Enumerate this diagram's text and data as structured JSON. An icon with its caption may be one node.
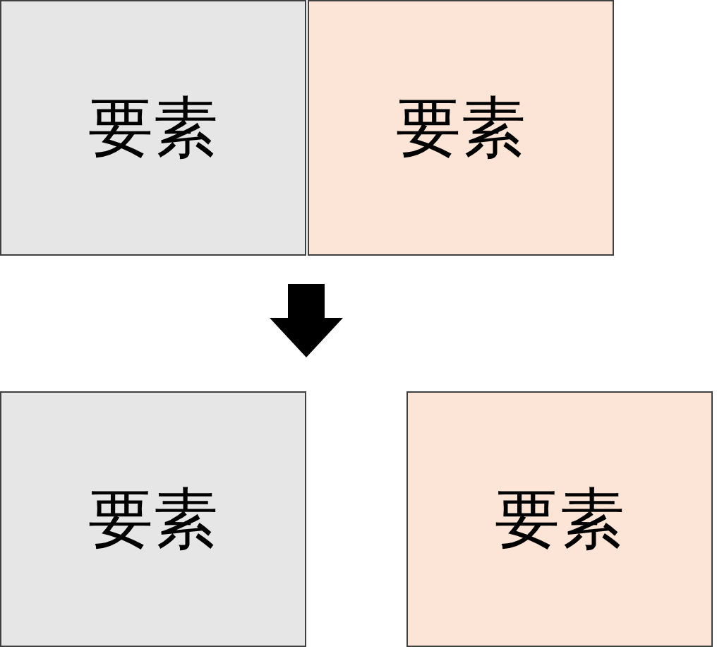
{
  "diagram": {
    "nodes": [
      {
        "text": [
          "要素"
        ]
      },
      {
        "text": [
          "要素"
        ]
      },
      {
        "text": [
          "要素"
        ]
      },
      {
        "text": [
          "要素"
        ]
      }
    ],
    "edges": [
      {
        "from": 0,
        "to": 2,
        "arrow": "to"
      }
    ]
  }
}
